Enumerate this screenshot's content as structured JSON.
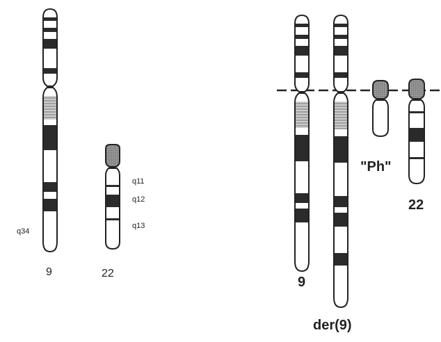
{
  "figure": {
    "left_panel": {
      "chromosome_9": {
        "name": "9",
        "band_label": "q34"
      },
      "chromosome_22": {
        "name": "22",
        "band_labels": [
          "q11",
          "q12",
          "q13"
        ]
      }
    },
    "right_panel": {
      "chromosome_9": {
        "name": "9"
      },
      "derivative_9": {
        "name": "der(9)"
      },
      "philadelphia": {
        "name": "\"Ph\""
      },
      "chromosome_22": {
        "name": "22"
      }
    }
  },
  "colors": {
    "outline": "#222222",
    "dark_band": "#2b2b2b",
    "hatched_band": "#8a8a8a",
    "centromere_cap": "#7a7a7a",
    "breakpoint_line": "#222222"
  }
}
